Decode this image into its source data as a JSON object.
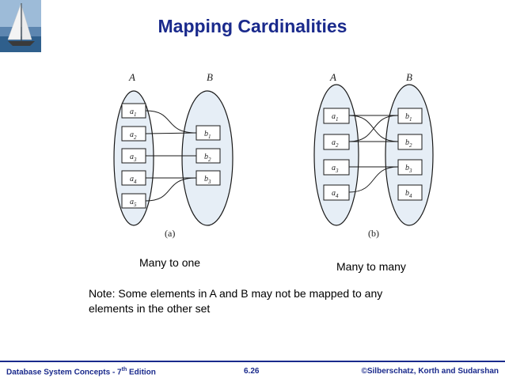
{
  "slide": {
    "title": "Mapping Cardinalities",
    "note": "Note: Some elements in A and B may not be mapped to any elements in the other set"
  },
  "diagrams": [
    {
      "id": "a",
      "panel_label": "(a)",
      "caption": "Many to one",
      "set_a": {
        "label": "A",
        "elements": [
          "a",
          "a",
          "a",
          "a",
          "a"
        ],
        "subscripts": [
          "1",
          "2",
          "3",
          "4",
          "5"
        ]
      },
      "set_b": {
        "label": "B",
        "elements": [
          "b",
          "b",
          "b"
        ],
        "subscripts": [
          "1",
          "2",
          "3"
        ]
      },
      "mappings": [
        [
          "a1",
          "b1"
        ],
        [
          "a2",
          "b1"
        ],
        [
          "a3",
          "b2"
        ],
        [
          "a4",
          "b3"
        ],
        [
          "a5",
          "b3"
        ]
      ]
    },
    {
      "id": "b",
      "panel_label": "(b)",
      "caption": "Many to many",
      "set_a": {
        "label": "A",
        "elements": [
          "a",
          "a",
          "a",
          "a"
        ],
        "subscripts": [
          "1",
          "2",
          "3",
          "4"
        ]
      },
      "set_b": {
        "label": "B",
        "elements": [
          "b",
          "b",
          "b",
          "b"
        ],
        "subscripts": [
          "1",
          "2",
          "3",
          "4"
        ]
      },
      "mappings": [
        [
          "a1",
          "b1"
        ],
        [
          "a1",
          "b2"
        ],
        [
          "a2",
          "b1"
        ],
        [
          "a2",
          "b2"
        ],
        [
          "a3",
          "b3"
        ],
        [
          "a4",
          "b3"
        ]
      ]
    }
  ],
  "footer": {
    "left_prefix": "Database System Concepts - 7",
    "left_sup": "th",
    "left_suffix": " Edition",
    "center": "6.26",
    "right": "©Silberschatz, Korth and Sudarshan"
  },
  "colors": {
    "title": "#1a2a8c",
    "ellipse_fill": "#e6eef6",
    "stroke": "#1a1a1a"
  },
  "logo": {
    "icon": "sailboat-icon"
  }
}
